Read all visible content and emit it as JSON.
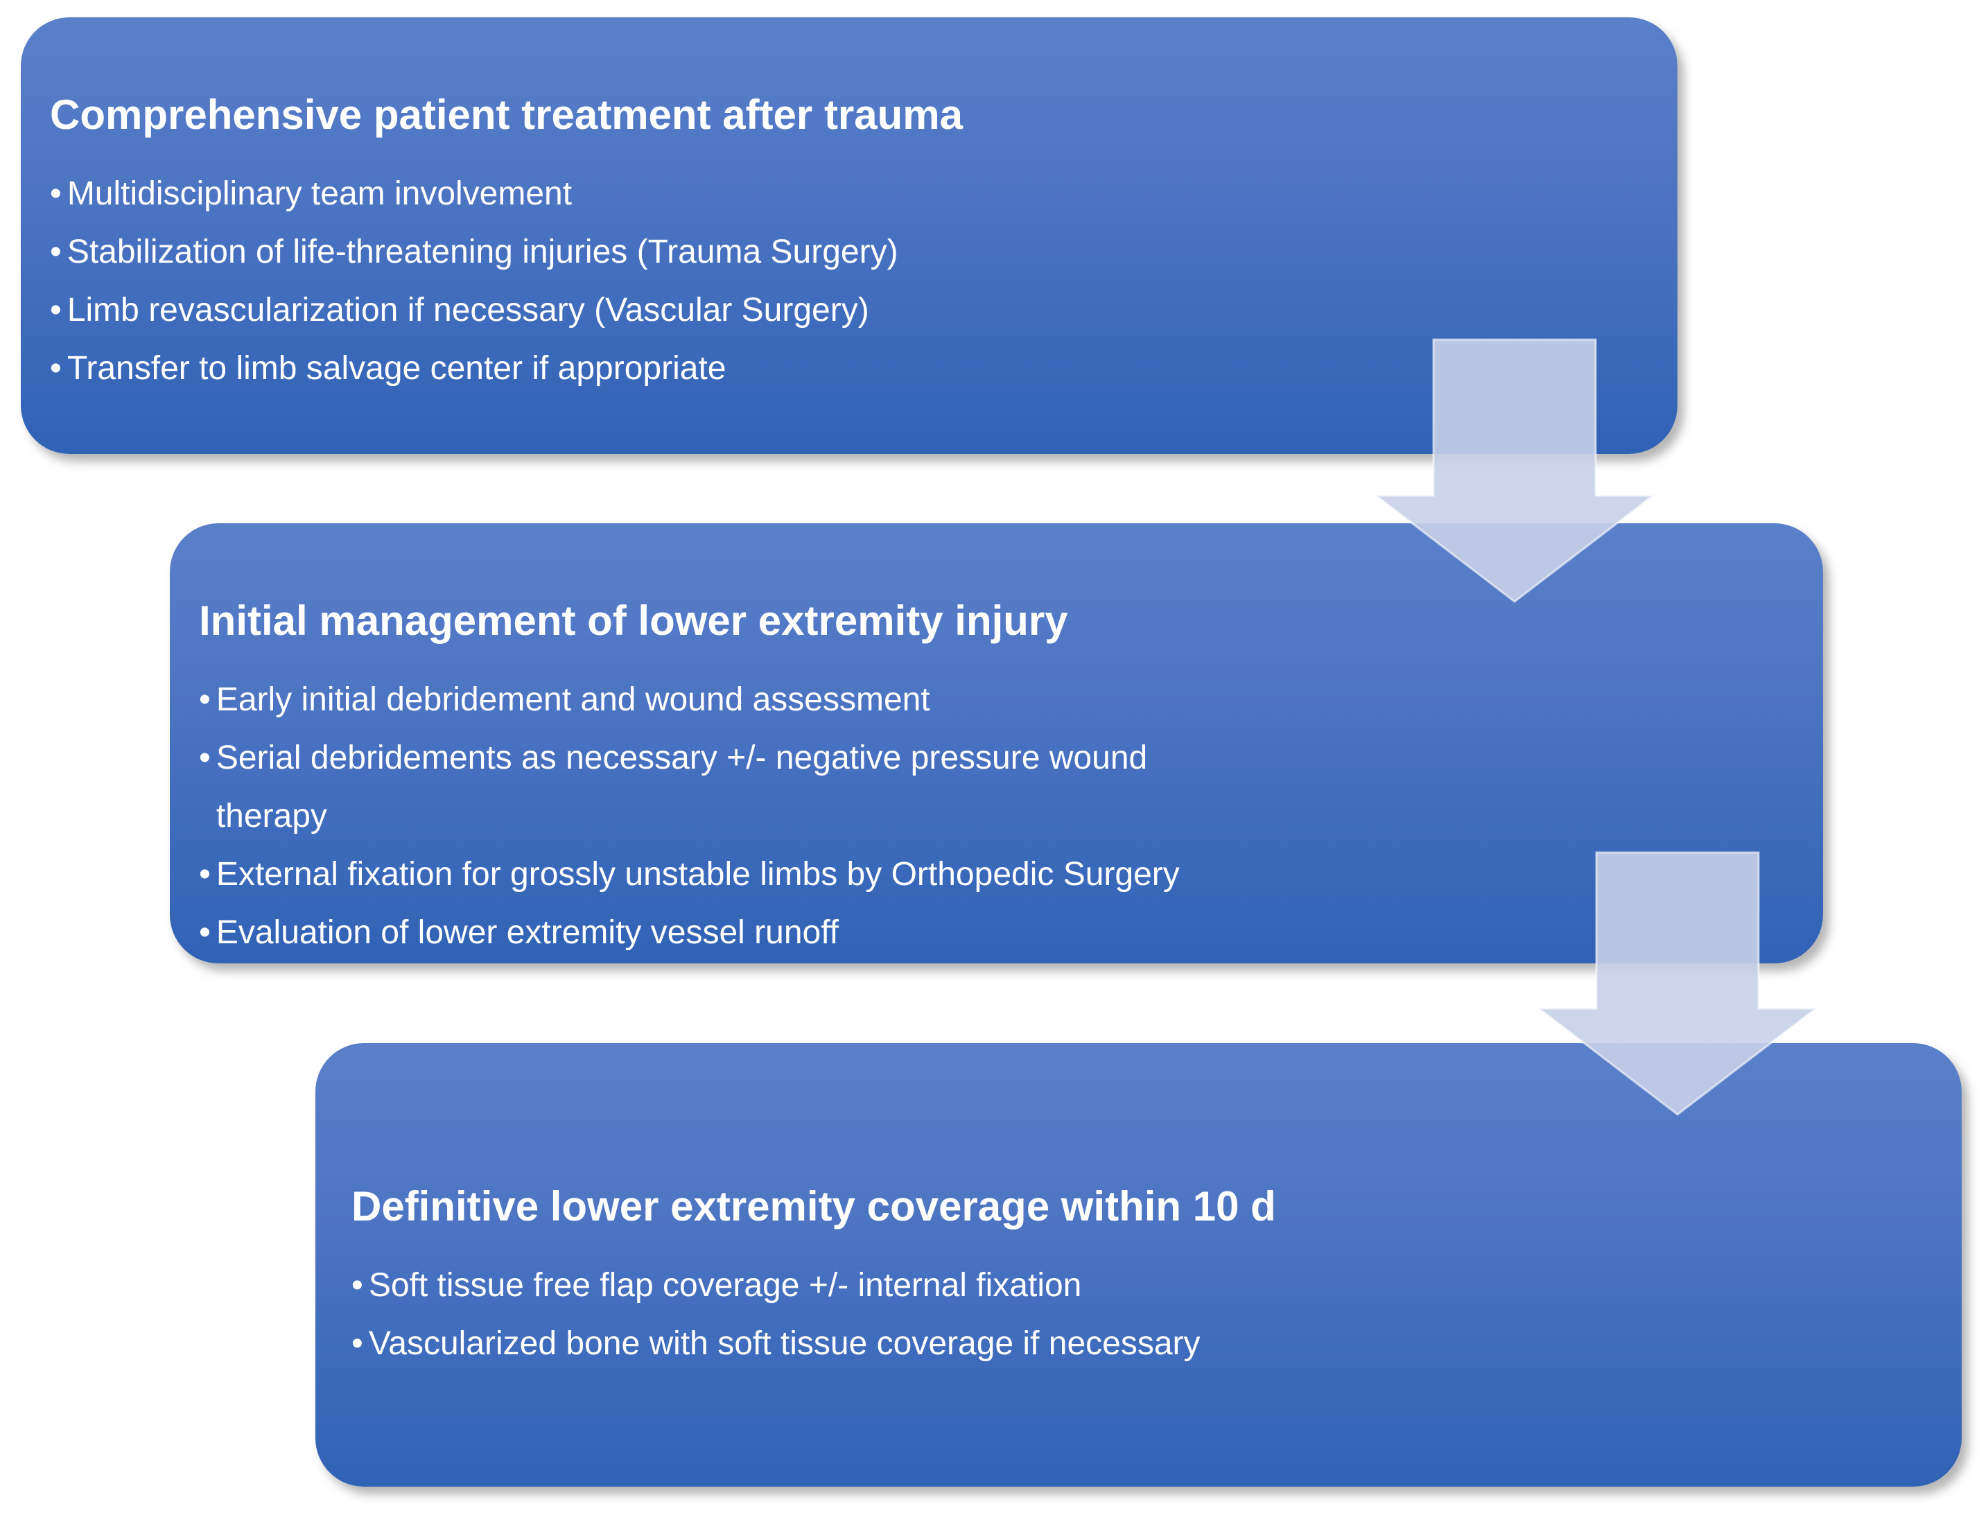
{
  "figure": {
    "type": "flow-diagram",
    "bullet_glyph": "•",
    "colors": {
      "box_gradient_top": "#5b80ca",
      "box_gradient_mid": "#4a73c1",
      "box_gradient_bottom": "#3062b5",
      "arrow_fill": "#c8d0e8",
      "text": "#ffffff",
      "background": "#ffffff"
    },
    "boxes": [
      {
        "title": "Comprehensive patient treatment after trauma",
        "bullets": [
          "Multidisciplinary team involvement",
          "Stabilization of life-threatening injuries (Trauma Surgery)",
          "Limb revascularization if necessary (Vascular Surgery)",
          "Transfer to limb salvage center if appropriate"
        ]
      },
      {
        "title": "Initial management of lower extremity injury",
        "bullets": [
          "Early initial debridement and wound assessment",
          "Serial debridements as necessary +/- negative pressure wound therapy",
          "External fixation for grossly unstable limbs by Orthopedic Surgery",
          "Evaluation of lower extremity vessel runoff"
        ]
      },
      {
        "title": "Definitive lower extremity coverage within 10 d",
        "bullets": [
          "Soft tissue free flap coverage +/- internal fixation",
          "Vascularized bone with soft tissue coverage if necessary"
        ]
      }
    ],
    "arrows": [
      {
        "direction": "down",
        "from": "box-1",
        "to": "box-2"
      },
      {
        "direction": "down",
        "from": "box-2",
        "to": "box-3"
      }
    ]
  }
}
